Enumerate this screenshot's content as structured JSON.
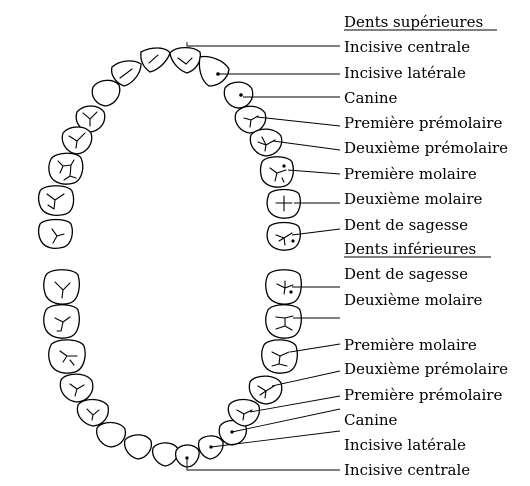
{
  "upper": {
    "heading": "Dents supérieures",
    "labels": [
      "Incisive centrale",
      "Incisive latérale",
      "Canine",
      "Première prémolaire",
      "Deuxième prémolaire",
      "Première molaire",
      "Deuxième molaire",
      "Dent de sagesse"
    ]
  },
  "lower": {
    "heading": "Dents inférieures",
    "labels": [
      "Dent de sagesse",
      "Deuxième molaire",
      "Première molaire",
      "Deuxième prémolaire",
      "Première prémolaire",
      "Canine",
      "Incisive latérale",
      "Incisive centrale"
    ]
  }
}
